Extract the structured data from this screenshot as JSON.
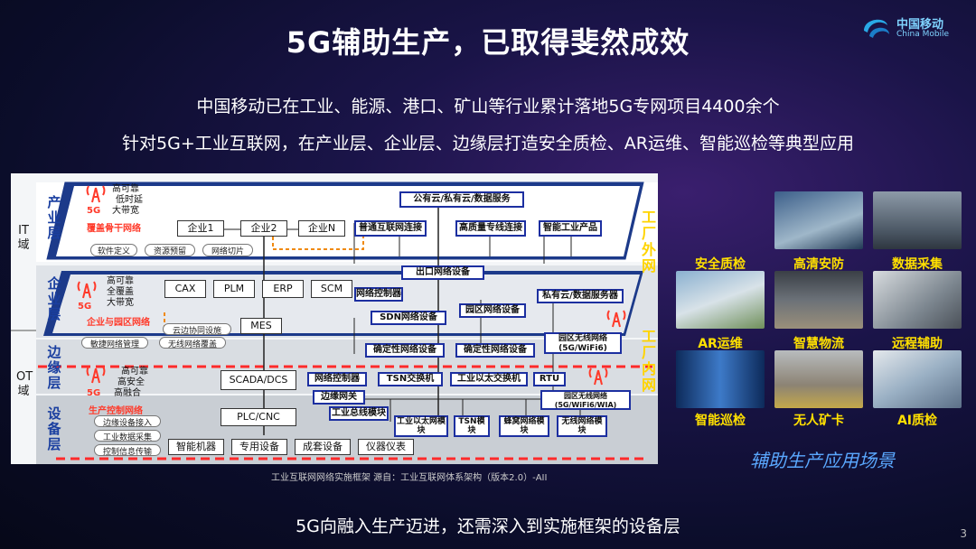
{
  "title": "5G辅助生产，已取得斐然成效",
  "logo": {
    "cn": "中国移动",
    "en": "China Mobile"
  },
  "subtitle1": "中国移动已在工业、能源、港口、矿山等行业累计落地5G专网项目4400余个",
  "subtitle2": "针对5G+工业互联网，在产业层、企业层、边缘层打造安全质检、AR运维、智能巡检等典型应用",
  "diagram": {
    "domains": {
      "it": "IT域",
      "ot": "OT域"
    },
    "layers": {
      "industry": "产业层",
      "enterprise": "企业层",
      "edge": "边缘层",
      "device": "设备层"
    },
    "side_labels": {
      "outer": "工厂外网",
      "inner": "工厂内网"
    },
    "industry": {
      "features": [
        "高可靠",
        "低时延",
        "大带宽"
      ],
      "net": "覆盖骨干网络",
      "pills": [
        "软件定义",
        "资源预留",
        "网络切片"
      ],
      "nodes": [
        "企业1",
        "企业2",
        "企业N"
      ],
      "cloud": "公有云/私有云/数据服务",
      "links": [
        "普通互联网连接",
        "高质量专线连接",
        "智能工业产品"
      ],
      "fiveg": "5G"
    },
    "enterprise": {
      "exit": "出口网络设备",
      "features": [
        "高可靠",
        "全覆盖",
        "大带宽"
      ],
      "net": "企业与园区网络",
      "systems": [
        "CAX",
        "PLM",
        "ERP",
        "SCM"
      ],
      "mes": "MES",
      "pills": [
        "云边协同设施",
        "敏捷网络管理",
        "无线网络覆盖"
      ],
      "net_ctrl": "网络控制器",
      "sdn": "SDN网络设备",
      "park": "园区网络设备",
      "private": "私有云/数据服务器",
      "wireless": "园区无线网络(5G/WiFi6)",
      "det1": "确定性网络设备",
      "det2": "确定性网络设备",
      "fiveg": "5G"
    },
    "edge": {
      "features": [
        "高可靠",
        "高安全",
        "高融合"
      ],
      "scada": "SCADA/DCS",
      "items": [
        "网络控制器",
        "TSN交换机",
        "工业以太交换机",
        "RTU"
      ],
      "gateway": "边缘网关",
      "wireless": "园区无线网络(5G/WiFi6/WIA)",
      "fiveg": "5G"
    },
    "device": {
      "net": "生产控制网络",
      "pills": [
        "边缘设备接入",
        "工业数据采集",
        "控制信息传输"
      ],
      "plc": "PLC/CNC",
      "bus": "工业总线模块",
      "modules": [
        "工业以太网模块",
        "TSN模块",
        "蜂窝网络模块",
        "无线网络模块"
      ],
      "devices": [
        "智能机器",
        "专用设备",
        "成套设备",
        "仪器仪表"
      ]
    }
  },
  "source": "工业互联网网络实施框架    源自：工业互联网体系架构（版本2.0）-AII",
  "gallery": {
    "captions": [
      "安全质检",
      "高清安防",
      "数据采集",
      "AR运维",
      "智慧物流",
      "远程辅助",
      "智能巡检",
      "无人矿卡",
      "AI质检"
    ],
    "label": "辅助生产应用场景"
  },
  "footer": "5G向融入生产迈进，还需深入到实施框架的设备层",
  "page": "3"
}
